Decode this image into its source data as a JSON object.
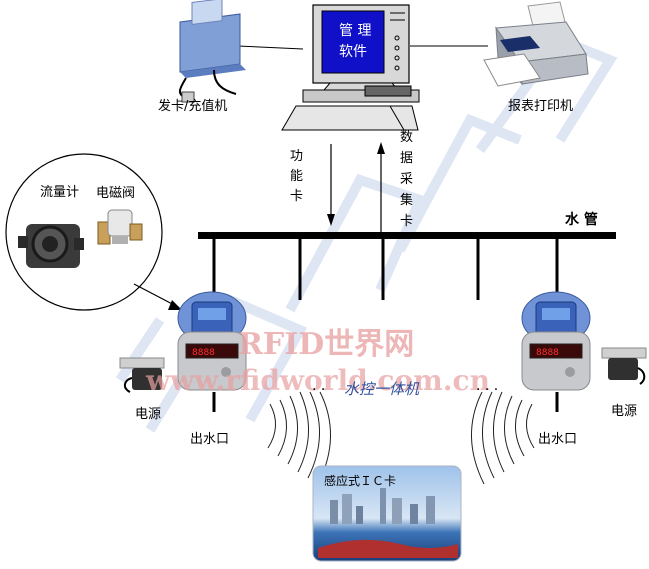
{
  "colors": {
    "pipe": "#000000",
    "monitor_screen": "#1010c8",
    "monitor_text": "#ffffff",
    "watermark_red": "#e8a0a0",
    "watermark_blue": "#c9d6ee",
    "wave": "#222222"
  },
  "computer": {
    "screen_line1": "管 理",
    "screen_line2": "软件"
  },
  "card_machine": {
    "label": "发卡/充值机"
  },
  "printer": {
    "label": "报表打印机"
  },
  "arrows": {
    "function_card": [
      "功",
      "能",
      "卡"
    ],
    "data_collect_card": [
      "数",
      "据",
      "采",
      "集",
      "卡"
    ]
  },
  "pipe": {
    "label": "水 管"
  },
  "inset": {
    "flowmeter_label": "流量计",
    "valve_label": "电磁阀"
  },
  "left_unit": {
    "power_label": "电源",
    "outlet_label": "出水口"
  },
  "right_unit": {
    "power_label": "电源",
    "outlet_label": "出水口"
  },
  "middle": {
    "dots_left": "· ·",
    "integrated_label": "水控一体机",
    "dots_right": "· · ·"
  },
  "card": {
    "label": "感应式ＩＣ卡"
  },
  "watermark": {
    "line1": "RFID世界网",
    "line2": "www.rfidworld.com.cn"
  },
  "icons": [
    "computer-icon",
    "card-machine-icon",
    "printer-icon",
    "flowmeter-icon",
    "valve-icon",
    "power-adapter-icon",
    "water-controller-icon",
    "ic-card-icon"
  ]
}
